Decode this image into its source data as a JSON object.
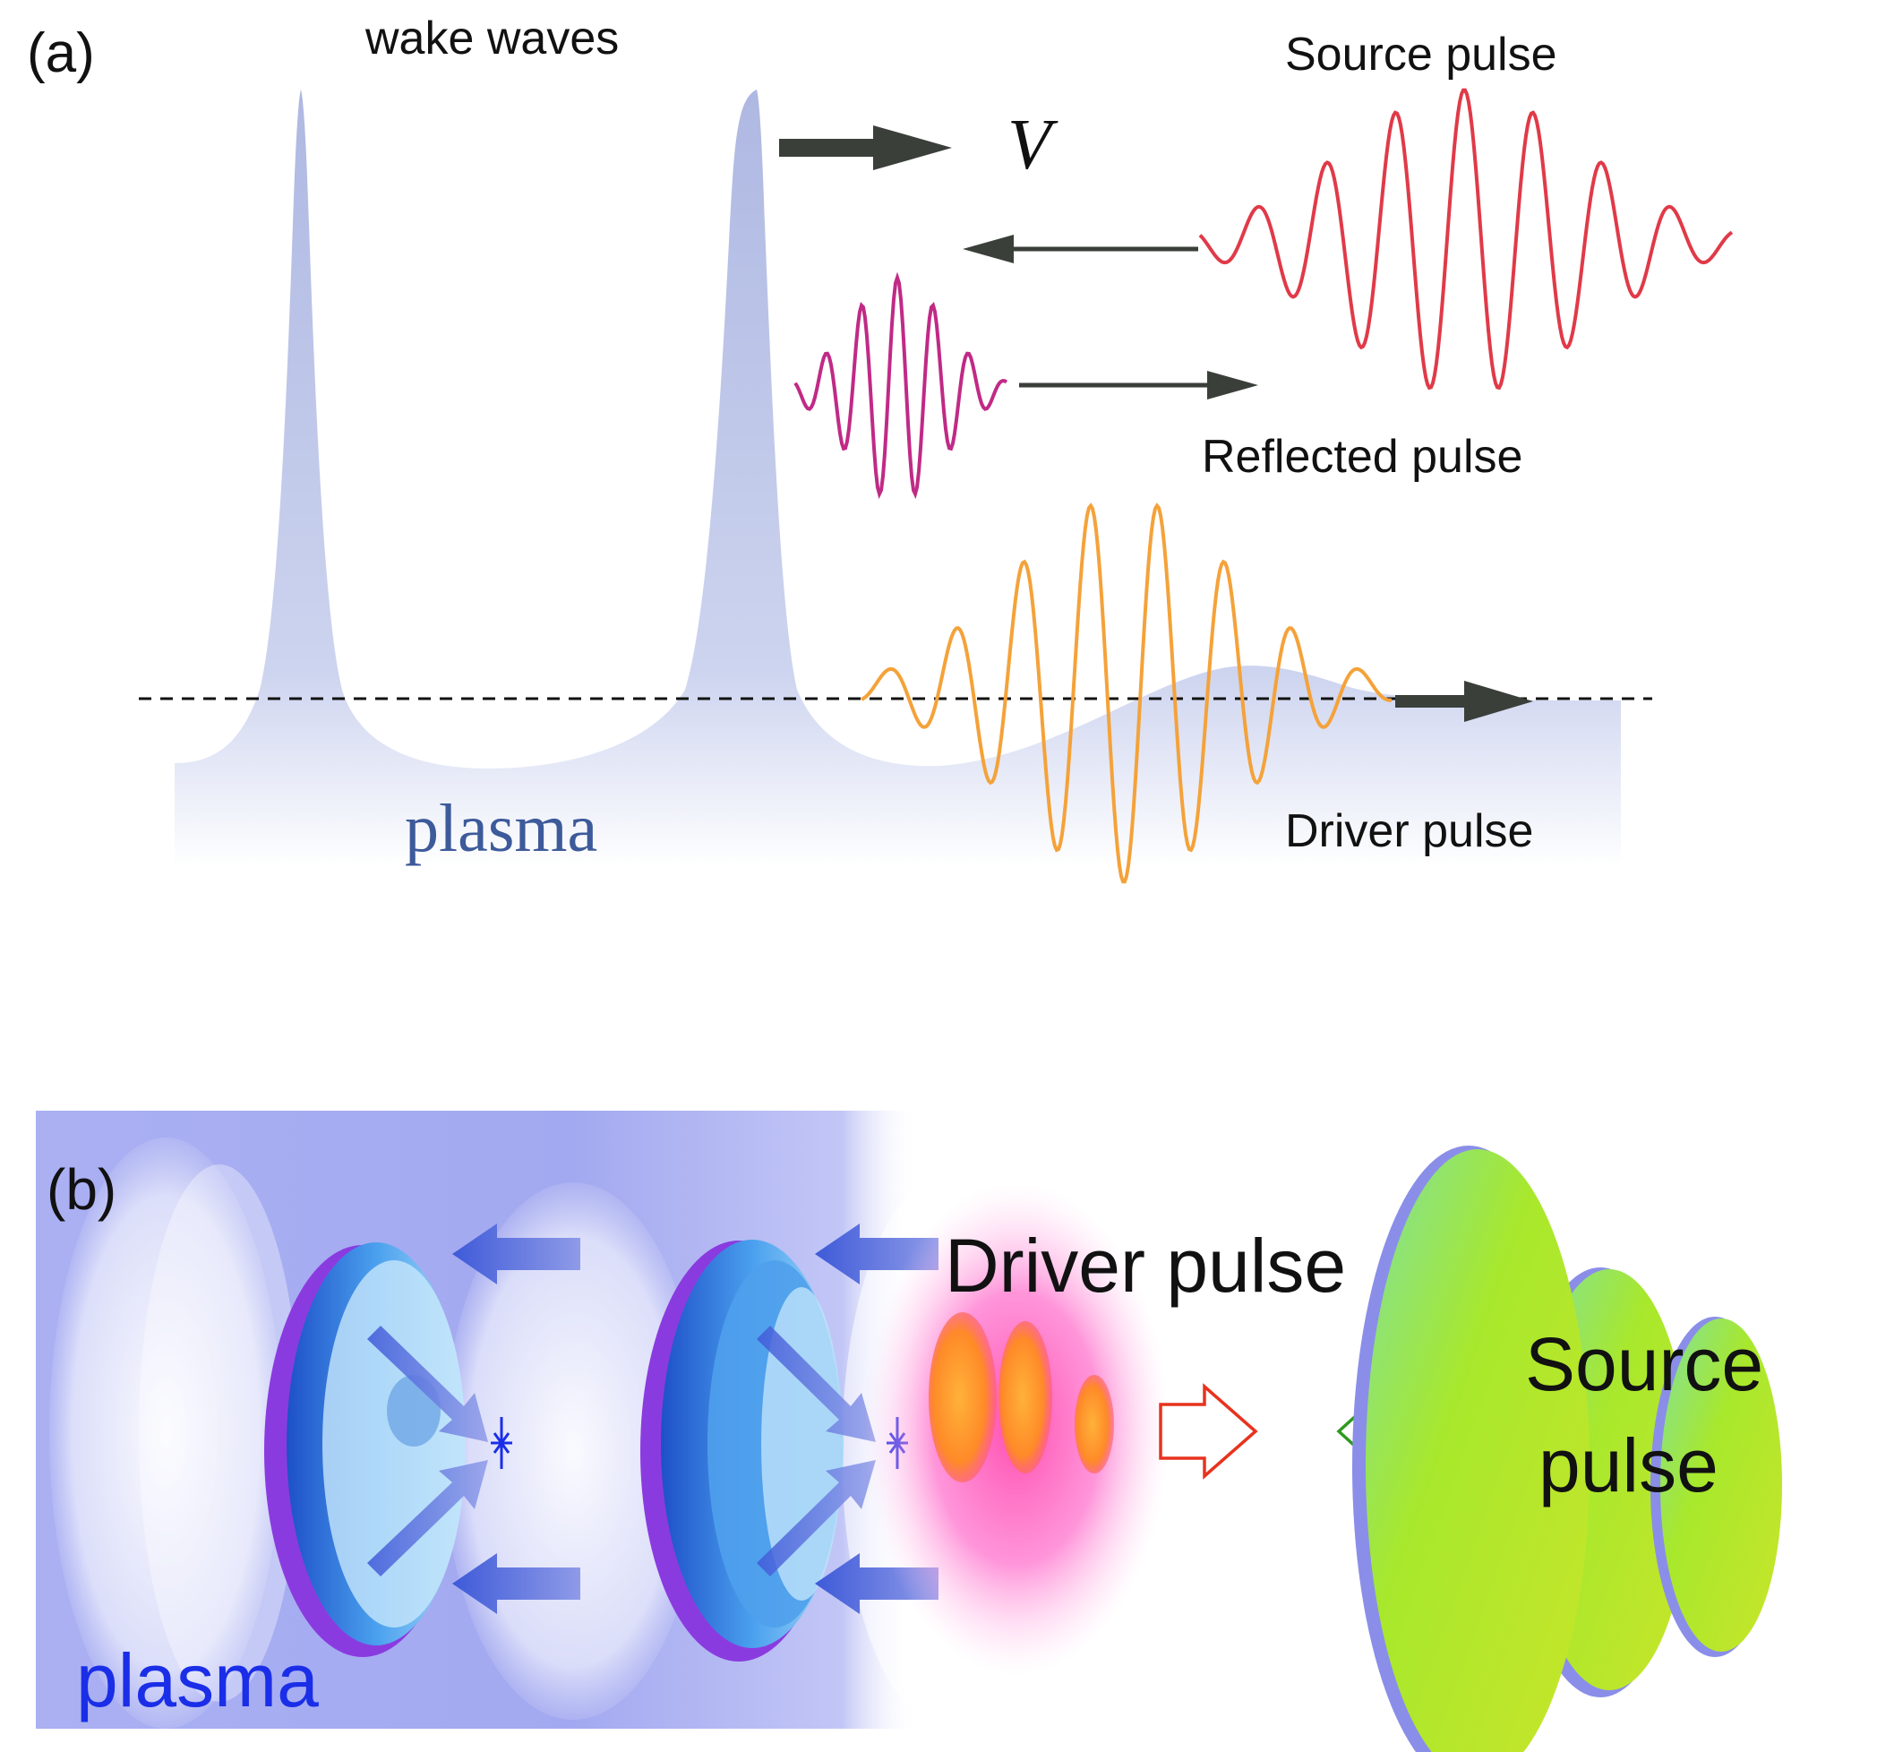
{
  "panel_a": {
    "panel_label": "(a)",
    "wake_label": "wake waves",
    "velocity_label": "V",
    "source_label": "Source pulse",
    "reflected_label": "Reflected pulse",
    "driver_label": "Driver pulse",
    "plasma_label": "plasma"
  },
  "panel_b": {
    "panel_label": "(b)",
    "driver_label": "Driver pulse",
    "source_label_line1": "Source",
    "source_label_line2": "pulse",
    "plasma_label": "plasma"
  },
  "colors": {
    "plasma_fill": "#b9c2e6",
    "source_wave": "#e03a48",
    "reflected_wave": "#c02a86",
    "driver_wave": "#f4a23a",
    "arrow_dark": "#3a3f3a",
    "plasma_text_a": "#3d5a9a",
    "plasma_text_b": "#1a2ee8",
    "red_arrow": "#e8321e",
    "green_arrow": "#2e9a1e",
    "source_ellipse": "#a6e02a"
  }
}
